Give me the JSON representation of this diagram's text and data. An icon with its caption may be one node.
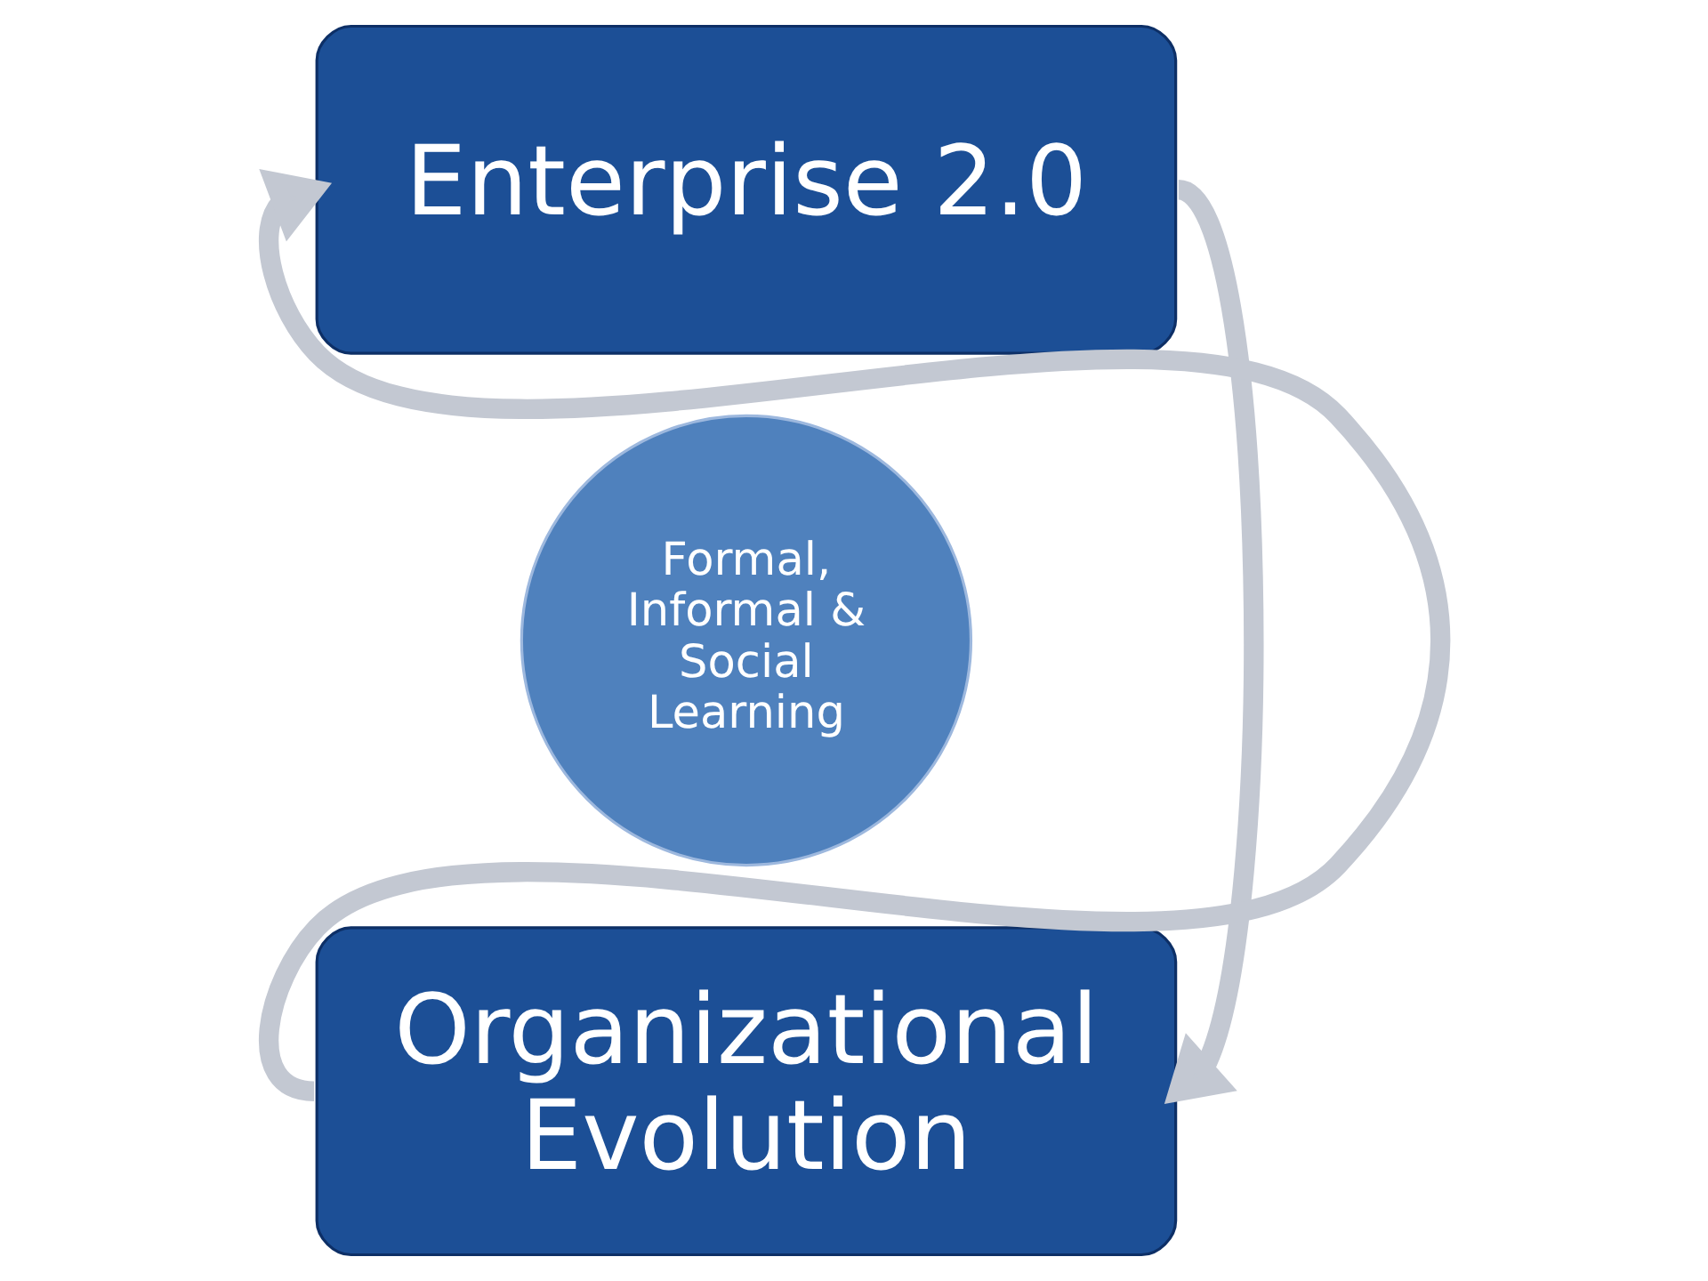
{
  "diagram": {
    "nodes": [
      {
        "text": [
          "Enterprise 2.0"
        ]
      },
      {
        "text": [
          "Formal, Informal & Social Learning"
        ]
      },
      {
        "text": [
          "Organizational Evolution"
        ]
      }
    ],
    "edges": [
      {
        "from": 0,
        "to": 2,
        "arrow": "to"
      },
      {
        "from": 2,
        "to": 0,
        "arrow": "to"
      }
    ]
  }
}
